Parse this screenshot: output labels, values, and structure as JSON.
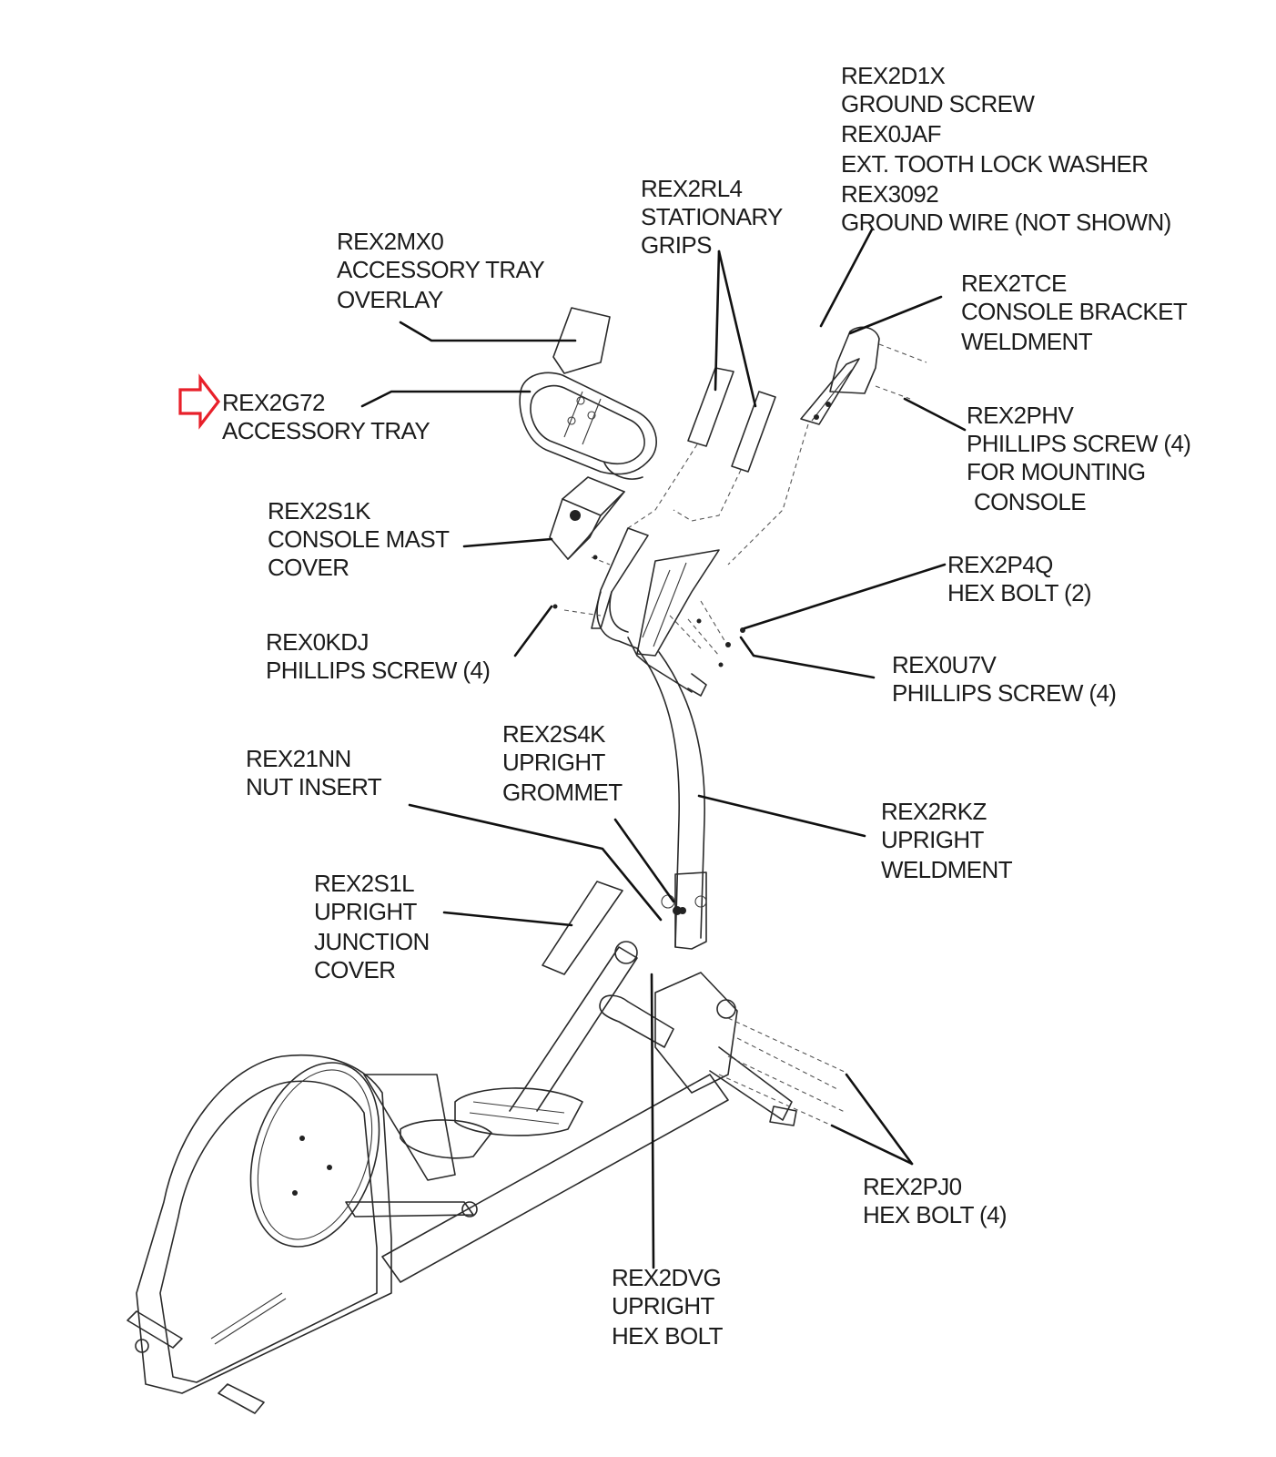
{
  "diagram": {
    "title": "Elliptical upright / console assembly exploded parts view",
    "highlight": {
      "icon": "right-arrow-outline-icon",
      "color": "#e8202a",
      "target_part": "REX2G72"
    },
    "ink_color": "#1c1c1c",
    "parts": [
      {
        "id": "REX2D1X",
        "lines": [
          "REX2D1X",
          "GROUND SCREW",
          "REX0JAF",
          "EXT. TOOTH LOCK WASHER",
          "REX3092",
          "GROUND WIRE (NOT SHOWN)"
        ]
      },
      {
        "id": "REX2RL4",
        "lines": [
          "REX2RL4",
          "STATIONARY",
          "GRIPS"
        ]
      },
      {
        "id": "REX2MX0",
        "lines": [
          "REX2MX0",
          "ACCESSORY TRAY",
          "OVERLAY"
        ]
      },
      {
        "id": "REX2TCE",
        "lines": [
          "REX2TCE",
          "CONSOLE BRACKET",
          "WELDMENT"
        ]
      },
      {
        "id": "REX2G72",
        "lines": [
          "REX2G72",
          "ACCESSORY TRAY"
        ]
      },
      {
        "id": "REX2PHV",
        "lines": [
          "REX2PHV",
          "PHILLIPS SCREW (4)",
          "FOR MOUNTING",
          "CONSOLE"
        ]
      },
      {
        "id": "REX2S1K",
        "lines": [
          "REX2S1K",
          "CONSOLE MAST",
          "COVER"
        ]
      },
      {
        "id": "REX2P4Q",
        "lines": [
          "REX2P4Q",
          "HEX BOLT (2)"
        ]
      },
      {
        "id": "REX0KDJ",
        "lines": [
          "REX0KDJ",
          "PHILLIPS SCREW (4)"
        ]
      },
      {
        "id": "REX0U7V",
        "lines": [
          "REX0U7V",
          "PHILLIPS SCREW (4)"
        ]
      },
      {
        "id": "REX2S4K",
        "lines": [
          "REX2S4K",
          "UPRIGHT",
          "GROMMET"
        ]
      },
      {
        "id": "REX21NN",
        "lines": [
          "REX21NN",
          "NUT INSERT"
        ]
      },
      {
        "id": "REX2RKZ",
        "lines": [
          "REX2RKZ",
          "UPRIGHT",
          "WELDMENT"
        ]
      },
      {
        "id": "REX2S1L",
        "lines": [
          "REX2S1L",
          "UPRIGHT",
          "JUNCTION",
          "COVER"
        ]
      },
      {
        "id": "REX2PJ0",
        "lines": [
          "REX2PJ0",
          "HEX BOLT (4)"
        ]
      },
      {
        "id": "REX2DVG",
        "lines": [
          "REX2DVG",
          "UPRIGHT",
          "HEX BOLT"
        ]
      }
    ]
  }
}
